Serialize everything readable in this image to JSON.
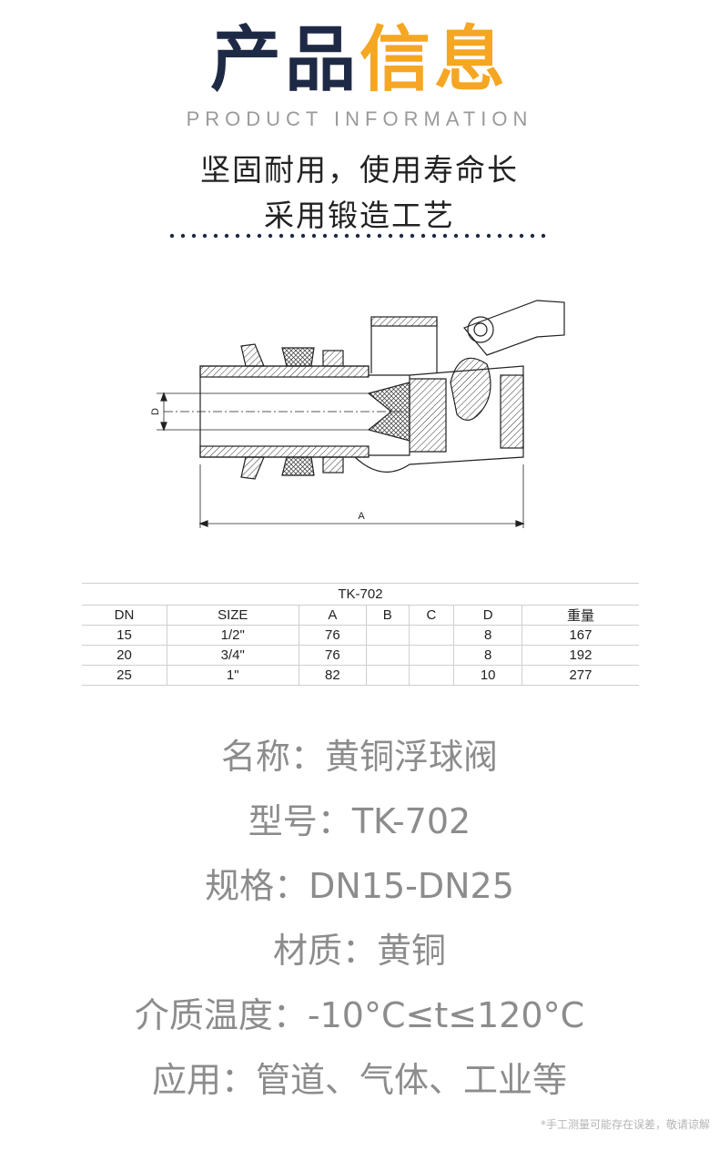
{
  "header": {
    "title_part1": "产品",
    "title_part2": "信息",
    "subtitle": "PRODUCT INFORMATION",
    "line1": "坚固耐用，使用寿命长",
    "line2": "采用锻造工艺"
  },
  "drawing": {
    "label_a": "A",
    "label_d": "D"
  },
  "spec_table": {
    "caption": "TK-702",
    "headers": [
      "DN",
      "SIZE",
      "A",
      "B",
      "C",
      "D",
      "重量"
    ],
    "rows": [
      [
        "15",
        "1/2\"",
        "76",
        "",
        "",
        "8",
        "167"
      ],
      [
        "20",
        "3/4\"",
        "76",
        "",
        "",
        "8",
        "192"
      ],
      [
        "25",
        "1\"",
        "82",
        "",
        "",
        "10",
        "277"
      ]
    ]
  },
  "info": {
    "name_label": "名称：",
    "name_value": "黄铜浮球阀",
    "model_label": "型号：",
    "model_value": "TK-702",
    "spec_label": "规格：",
    "spec_value": "DN15-DN25",
    "material_label": "材质：",
    "material_value": "黄铜",
    "temp_label": "介质温度：",
    "temp_value": "-10°C≤t≤120°C",
    "usage_label": "应用：",
    "usage_value": "管道、气体、工业等"
  },
  "note": "*手工测量可能存在误差，敬请谅解",
  "colors": {
    "title_dark": "#1e2a45",
    "title_accent": "#f5a623",
    "dots": "#1e2a45",
    "info_text": "#8c8c8c"
  }
}
